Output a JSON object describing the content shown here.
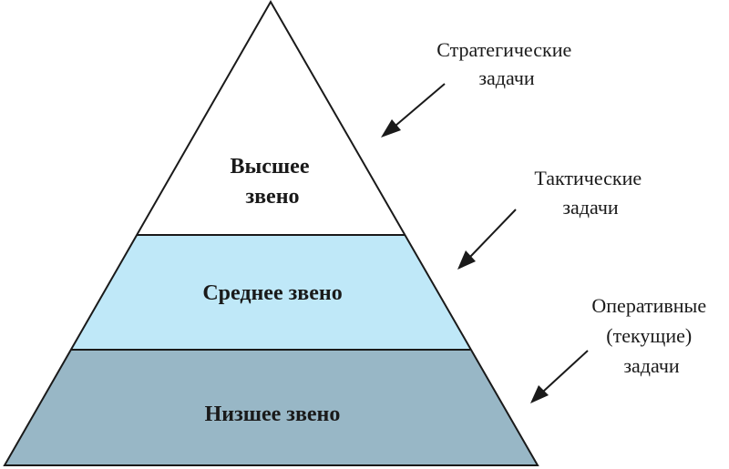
{
  "pyramid": {
    "levels": [
      {
        "id": "top",
        "lines": [
          "Высшее",
          "звено"
        ],
        "color": "#ffffff"
      },
      {
        "id": "middle",
        "lines": [
          "Среднее звено"
        ],
        "color": "#bfe8f8"
      },
      {
        "id": "bottom",
        "lines": [
          "Низшее звено"
        ],
        "color": "#98b7c6"
      }
    ]
  },
  "tasks": [
    {
      "id": "strategic",
      "lines": [
        "Стратегические",
        "задачи"
      ]
    },
    {
      "id": "tactical",
      "lines": [
        "Тактические",
        "задачи"
      ]
    },
    {
      "id": "operational",
      "lines": [
        "Оперативные",
        "(текущие)",
        "задачи"
      ]
    }
  ]
}
